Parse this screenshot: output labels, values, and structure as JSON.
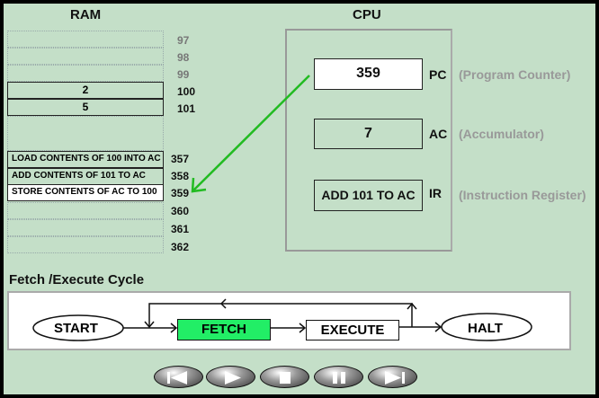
{
  "ram": {
    "title": "RAM",
    "cells": [
      {
        "addr": "97",
        "value": ""
      },
      {
        "addr": "98",
        "value": ""
      },
      {
        "addr": "99",
        "value": ""
      },
      {
        "addr": "100",
        "value": "2"
      },
      {
        "addr": "101",
        "value": "5"
      },
      {
        "addr": "357",
        "value": "LOAD CONTENTS OF 100 INTO AC"
      },
      {
        "addr": "358",
        "value": "ADD CONTENTS OF 101 TO AC"
      },
      {
        "addr": "359",
        "value": "STORE CONTENTS OF AC TO 100"
      },
      {
        "addr": "360",
        "value": ""
      },
      {
        "addr": "361",
        "value": ""
      },
      {
        "addr": "362",
        "value": ""
      }
    ]
  },
  "cpu": {
    "title": "CPU",
    "pc": {
      "value": "359",
      "label": "PC",
      "desc": "(Program Counter)"
    },
    "ac": {
      "value": "7",
      "label": "AC",
      "desc": "(Accumulator)"
    },
    "ir": {
      "value": "ADD 101 TO AC",
      "label": "IR",
      "desc": "(Instruction Register)"
    }
  },
  "cycle": {
    "title": "Fetch /Execute Cycle",
    "start": "START",
    "fetch": "FETCH",
    "execute": "EXECUTE",
    "halt": "HALT",
    "active": "FETCH",
    "active_color": "#22ee66"
  },
  "controls": [
    "rewind-icon",
    "play-icon",
    "stop-icon",
    "pause-icon",
    "step-forward-icon"
  ],
  "colors": {
    "background": "#c4dfc8",
    "pointer_arrow": "#22bb22"
  }
}
